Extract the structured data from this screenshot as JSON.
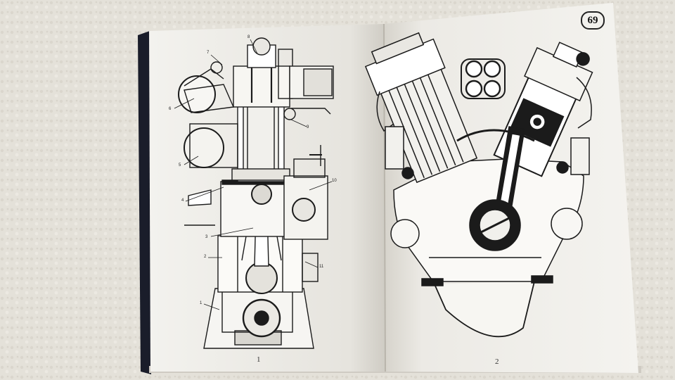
{
  "photo": {
    "subject": "open book with engine cross-section drawings",
    "colors": {
      "background": "#e4e1d9",
      "page": "#f3f2ee",
      "ink": "#1b1b1b",
      "cover": "#1a1d2a"
    }
  },
  "left_page": {
    "figure_number": "1",
    "callouts": [
      "7",
      "8",
      "6",
      "9",
      "5",
      "10",
      "4",
      "3",
      "2",
      "11",
      "1"
    ]
  },
  "right_page": {
    "figure_number": "2",
    "corner_badge": "69"
  }
}
